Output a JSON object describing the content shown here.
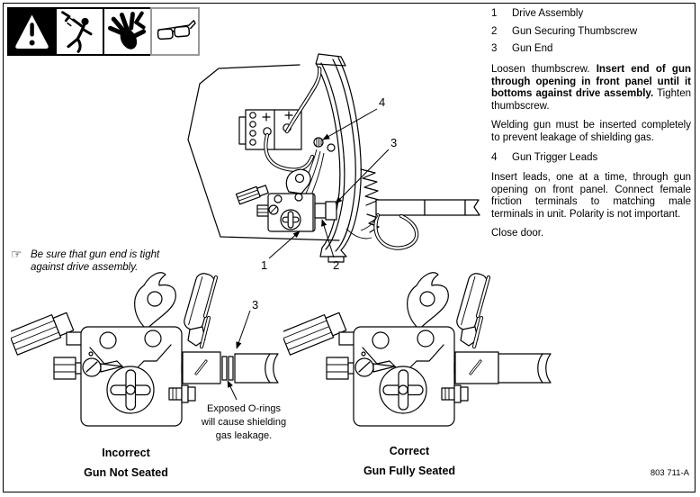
{
  "page": {
    "part_number": "803 711-A",
    "background": "#ffffff",
    "line_color": "#000000"
  },
  "warnings": {
    "icons": [
      {
        "name": "general-warning-triangle"
      },
      {
        "name": "electric-shock-hazard"
      },
      {
        "name": "pinch-point-hazard"
      },
      {
        "name": "safety-glasses-required"
      }
    ]
  },
  "parts_list": {
    "items": [
      {
        "num": "1",
        "label": "Drive Assembly"
      },
      {
        "num": "2",
        "label": "Gun Securing Thumbscrew"
      },
      {
        "num": "3",
        "label": "Gun End"
      },
      {
        "num": "4",
        "label": "Gun Trigger Leads"
      }
    ]
  },
  "instructions": {
    "para1_start": "Loosen thumbscrew. ",
    "para1_bold": "Insert end of gun through opening in front panel until it bottoms against drive assembly.",
    "para1_end": " Tighten thumbscrew.",
    "para2": "Welding gun must be inserted completely to prevent leakage of shielding gas.",
    "para3": "Insert leads, one at a time, through gun opening on front panel. Connect female friction terminals to matching male terminals in unit. Polarity is not important.",
    "para4": "Close door."
  },
  "note": {
    "icon": "☞",
    "text": "Be sure that gun end is tight against drive assembly."
  },
  "main_diagram": {
    "callouts": {
      "c1": "1",
      "c2": "2",
      "c3": "3",
      "c4": "4"
    }
  },
  "bottom_left": {
    "callout": "3",
    "ann_line1": "Exposed O-rings",
    "ann_line2": "will cause shielding",
    "ann_line3": "gas leakage.",
    "caption_line1": "Incorrect",
    "caption_line2": "Gun Not Seated"
  },
  "bottom_right": {
    "caption_line1": "Correct",
    "caption_line2": "Gun Fully Seated"
  }
}
